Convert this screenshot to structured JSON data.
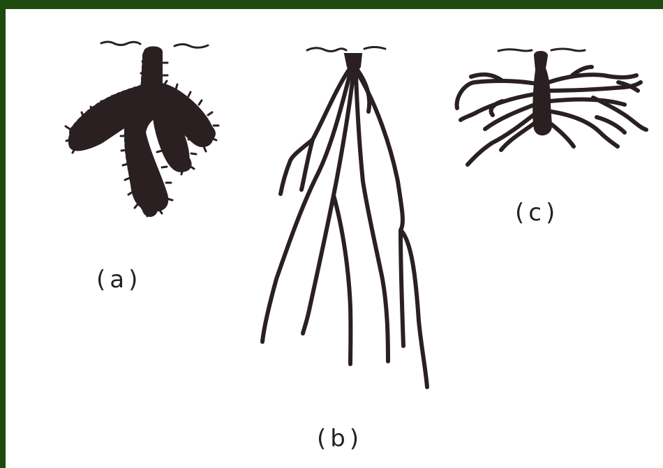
{
  "figure": {
    "labels": {
      "a": "(a)",
      "b": "(b)",
      "c": "(c)"
    },
    "colors": {
      "border": "#1f4a0f",
      "ink": "#2a2022",
      "background": "#ffffff"
    }
  }
}
